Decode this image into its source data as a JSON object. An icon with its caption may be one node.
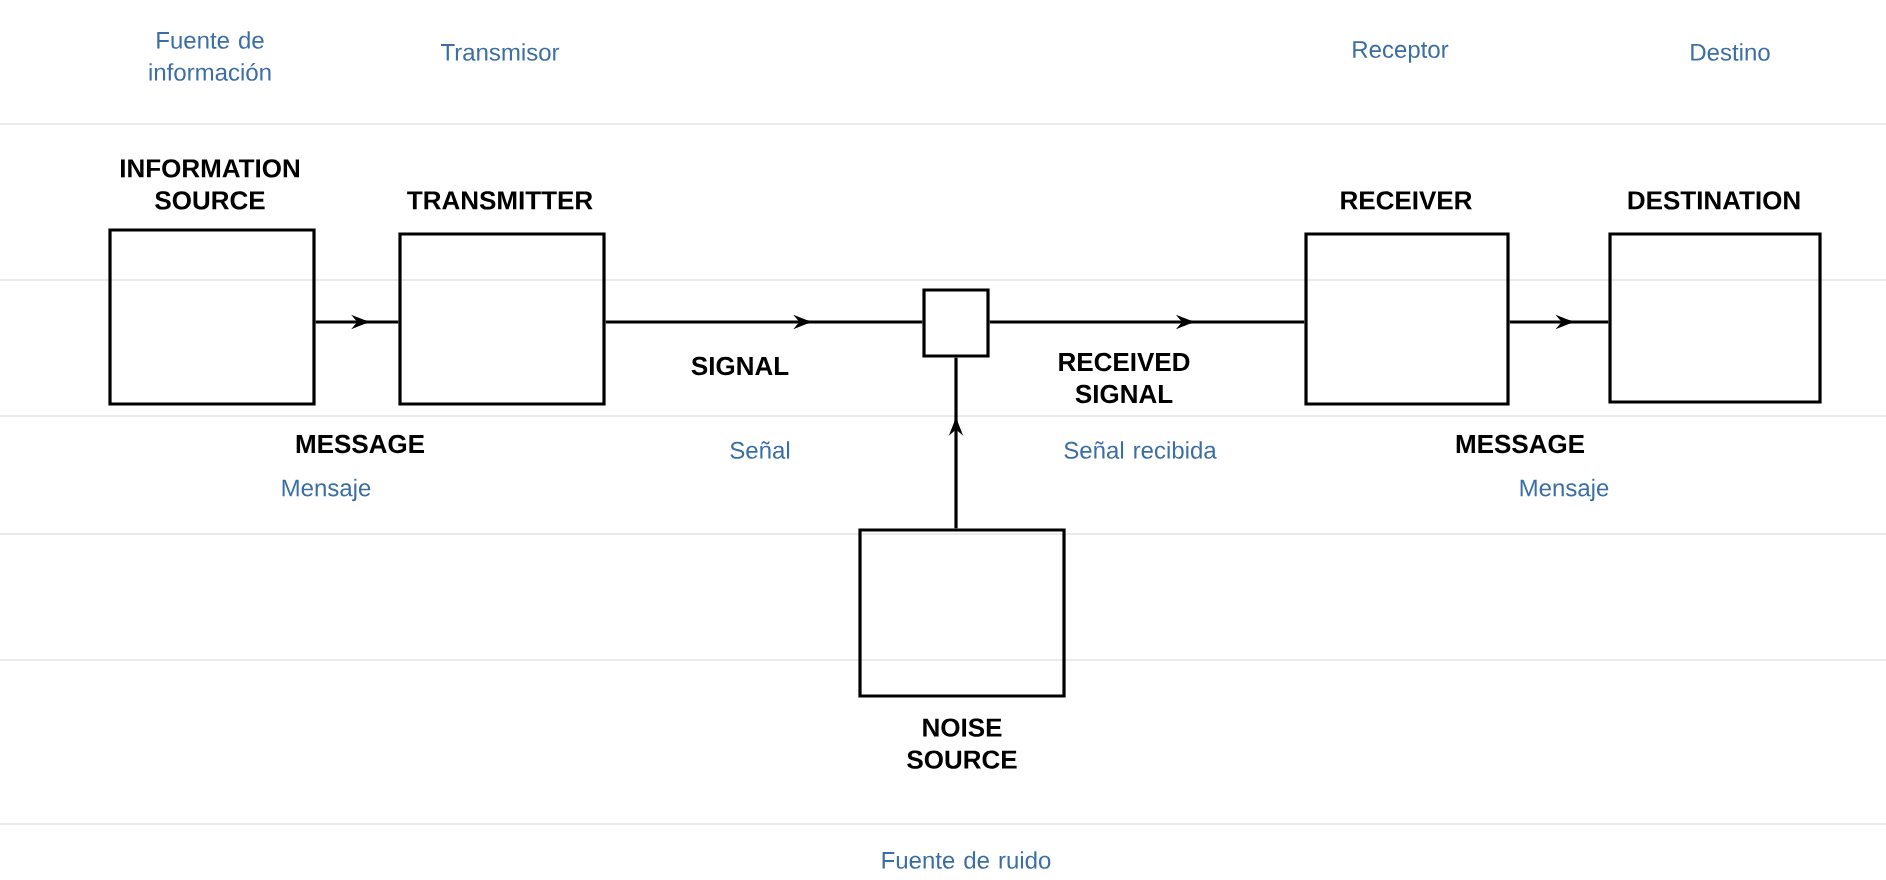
{
  "diagram": {
    "nodes": [
      {
        "text": [
          "INFORMATION SOURCE"
        ]
      },
      {
        "text": [
          "TRANSMITTER"
        ]
      },
      {
        "text": [],
        "shape": "box"
      },
      {
        "text": [
          "RECEIVER"
        ]
      },
      {
        "text": [
          "DESTINATION"
        ]
      },
      {
        "text": [
          "NOISE SOURCE"
        ]
      }
    ],
    "edges": [
      {
        "from": 0,
        "to": 1,
        "arrow": "to",
        "label": "MESSAGE"
      },
      {
        "from": 1,
        "to": 2,
        "arrow": "to",
        "label": "SIGNAL"
      },
      {
        "from": 2,
        "to": 3,
        "arrow": "to",
        "label": "RECEIVED SIGNAL"
      },
      {
        "from": 3,
        "to": 4,
        "arrow": "to",
        "label": "MESSAGE"
      },
      {
        "from": 5,
        "to": 2,
        "arrow": "to"
      }
    ],
    "labels": [
      "Fuente de información",
      "Transmisor",
      "Receptor",
      "Destino",
      "Mensaje",
      "Señal",
      "Señal recibida",
      "Mensaje",
      "Fuente de ruido"
    ]
  }
}
